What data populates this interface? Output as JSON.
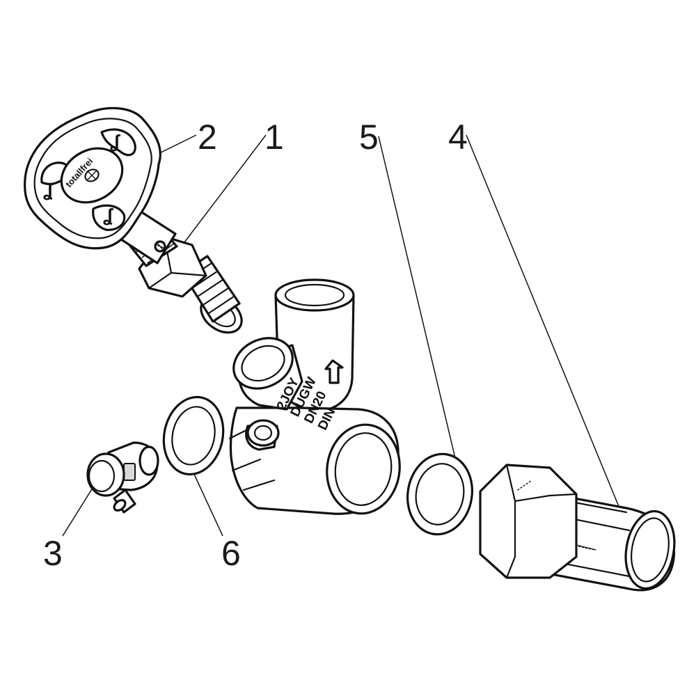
{
  "parts": [
    {
      "callout": "1"
    },
    {
      "callout": "2"
    },
    {
      "callout": "3"
    },
    {
      "callout": "4"
    },
    {
      "callout": "5"
    },
    {
      "callout": "6"
    }
  ],
  "handwheel_lettering": "totallfrei",
  "body_markings": [
    "2JOY",
    "DUGW",
    "DN20",
    "DIN"
  ],
  "colors": {
    "line": "#111111",
    "background": "#ffffff"
  }
}
